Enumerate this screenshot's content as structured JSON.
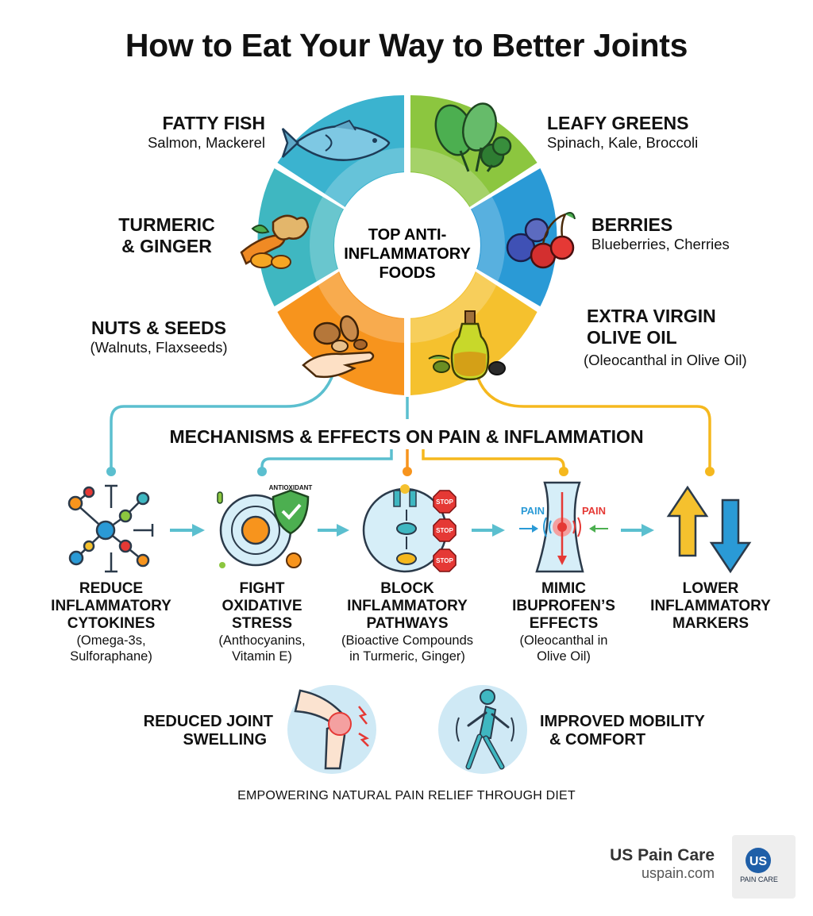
{
  "title": "How to Eat Your Way to Better Joints",
  "center_label": [
    "TOP ANTI-",
    "INFLAMMATORY",
    "FOODS"
  ],
  "foods": {
    "fatty_fish": {
      "name": "FATTY FISH",
      "examples": "Salmon, Mackerel",
      "color": "#3bb3cf"
    },
    "leafy_greens": {
      "name": "LEAFY GREENS",
      "examples": "Spinach, Kale, Broccoli",
      "color": "#8cc63f"
    },
    "turmeric": {
      "name_line1": "TURMERIC",
      "name_line2": "& GINGER",
      "color": "#3fb7c1"
    },
    "berries": {
      "name": "BERRIES",
      "examples": "Blueberries, Cherries",
      "color": "#2a9ad6"
    },
    "nuts": {
      "name": "NUTS & SEEDS",
      "examples": "(Walnuts, Flaxseeds)",
      "color": "#f7941d"
    },
    "olive_oil": {
      "name_line1": "EXTRA VIRGIN",
      "name_line2": "OLIVE OIL",
      "examples": "(Oleocanthal in Olive Oil)",
      "color": "#f5c12e"
    }
  },
  "mechanisms_title": "MECHANISMS & EFFECTS ON PAIN & INFLAMMATION",
  "mechanisms": [
    {
      "title": [
        "REDUCE",
        "INFLAMMATORY",
        "CYTOKINES"
      ],
      "desc": [
        "(Omega-3s,",
        "Sulforaphane)"
      ]
    },
    {
      "title": [
        "FIGHT",
        "OXIDATIVE",
        "STRESS"
      ],
      "desc": [
        "(Anthocyanins,",
        "Vitamin E)"
      ]
    },
    {
      "title": [
        "BLOCK",
        "INFLAMMATORY",
        "PATHWAYS"
      ],
      "desc": [
        "(Bioactive Compounds",
        "in Turmeric, Ginger)"
      ]
    },
    {
      "title": [
        "MIMIC",
        "IBUPROFEN’S",
        "EFFECTS"
      ],
      "desc": [
        "(Oleocanthal in",
        "Olive Oil)"
      ]
    },
    {
      "title": [
        "LOWER",
        "INFLAMMATORY",
        "MARKERS"
      ],
      "desc": []
    }
  ],
  "icon_labels": {
    "antioxidant": "ANTIOXIDANT",
    "stop": "STOP",
    "pain": "PAIN"
  },
  "effects": {
    "swelling": [
      "REDUCED JOINT",
      "SWELLING"
    ],
    "mobility": [
      "IMPROVED MOBILITY",
      "& COMFORT"
    ]
  },
  "tagline": "EMPOWERING NATURAL PAIN RELIEF THROUGH DIET",
  "brand": {
    "name": "US Pain Care",
    "url": "uspain.com",
    "logo_initials": "US",
    "logo_text": "PAIN CARE"
  }
}
